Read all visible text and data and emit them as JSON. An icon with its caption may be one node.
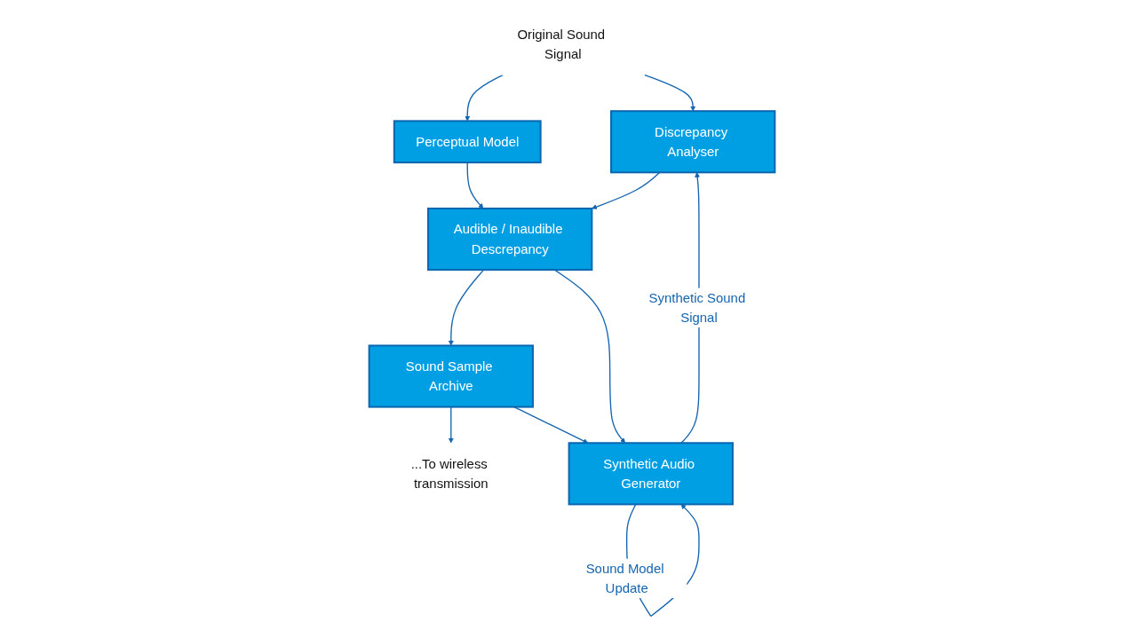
{
  "diagram": {
    "nodes": [
      {
        "text": [
          "Original Sound Signal"
        ]
      },
      {
        "text": [
          "Perceptual Model"
        ]
      },
      {
        "text": [
          "Discrepancy Analyser"
        ]
      },
      {
        "text": [
          "Audible / Inaudible Descrepancy"
        ]
      },
      {
        "text": [
          "Sound Sample Archive"
        ]
      },
      {
        "text": [
          "...To wireless transmission"
        ]
      },
      {
        "text": [
          "Synthetic Audio Generator"
        ]
      }
    ],
    "edges": [
      {
        "from": 0,
        "to": 2,
        "arrow": "to"
      },
      {
        "from": 0,
        "to": 1,
        "arrow": "to"
      },
      {
        "from": 1,
        "to": 3,
        "arrow": "to"
      },
      {
        "from": 2,
        "to": 3,
        "arrow": "to"
      },
      {
        "from": 3,
        "to": 4,
        "arrow": "to"
      },
      {
        "from": 4,
        "to": 5,
        "arrow": "to"
      },
      {
        "from": 4,
        "to": 6,
        "arrow": "to"
      },
      {
        "from": 3,
        "to": 6,
        "arrow": "to"
      },
      {
        "from": 6,
        "to": 2,
        "arrow": "to",
        "label": "Synthetic Sound Signal"
      },
      {
        "from": 6,
        "to": 6,
        "arrow": "to",
        "label": "Sound Model Update"
      }
    ]
  }
}
